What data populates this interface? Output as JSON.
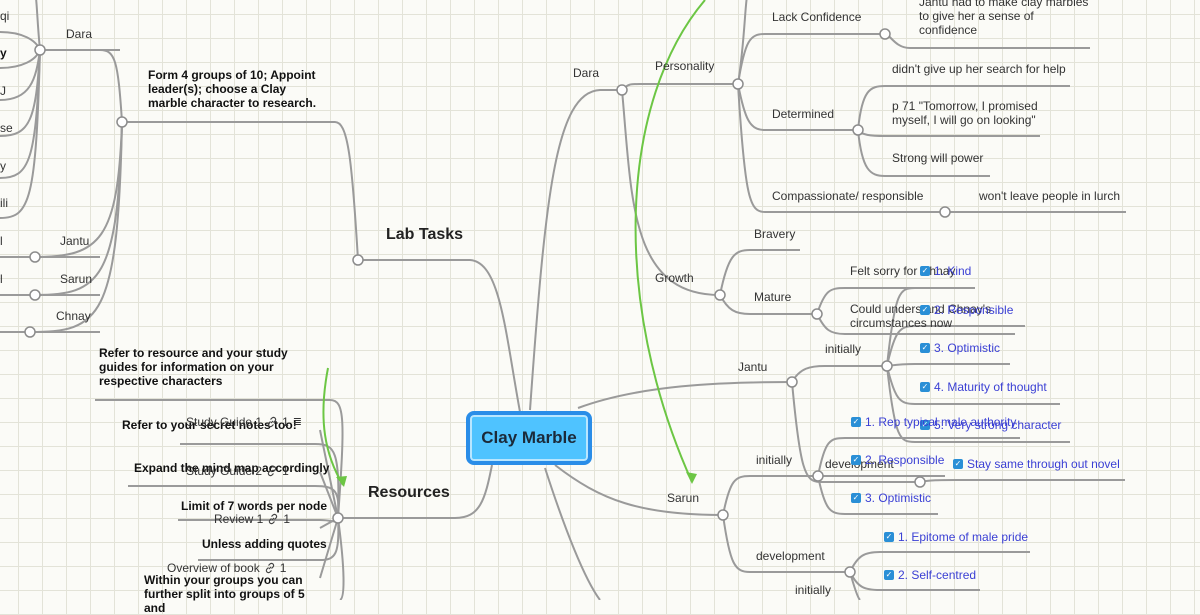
{
  "central": "Clay Marble",
  "main_topics": {
    "lab_tasks": "Lab Tasks",
    "resources": "Resources"
  },
  "lab": {
    "instruction": "Form 4 groups of 10; Appoint leader(s); choose a Clay marble character to research.",
    "groups": [
      "Dara",
      "Jantu",
      "Sarun",
      "Chnay"
    ],
    "cut_labels": [
      "qi",
      "y",
      "J",
      "se",
      "y",
      "ili",
      "l",
      "l"
    ]
  },
  "resources": {
    "notes": [
      "Refer to resource and your study guides for information on your respective characters",
      "Refer to your secret notes too!",
      "Expand the mind map accordingly",
      "Limit of 7 words per node",
      "Unless adding quotes",
      "Within your groups you can further split into groups of 5 and"
    ],
    "refs": [
      {
        "label": "Study Guide 1",
        "count": "1"
      },
      {
        "label": "Study Guide 2",
        "count": "1"
      },
      {
        "label": "Review 1",
        "count": "1"
      },
      {
        "label": "Overview of book",
        "count": "1"
      }
    ]
  },
  "dara": {
    "label": "Dara",
    "personality": "Personality",
    "lack_confidence": "Lack Confidence",
    "lack_note": "Jantu had to make clay marbles to give her a sense of confidence",
    "determined": "Determined",
    "det_notes": [
      "didn't give up her search for help",
      "p 71 \"Tomorrow, I promised myself, I will go on looking\"",
      "Strong will power"
    ],
    "compassionate": "Compassionate/ responsible",
    "comp_note": "won't leave people in lurch",
    "growth": "Growth",
    "bravery": "Bravery",
    "mature": "Mature",
    "mature_notes": [
      "Felt sorry for Chnay",
      "Could understand Chnay's circumstances now"
    ]
  },
  "jantu": {
    "label": "Jantu",
    "initially": "initially",
    "initial_tasks": [
      "1. Kind",
      "2. Responsible",
      "3. Optimistic",
      "4. Maturity of thought",
      "5. Very strong character"
    ],
    "development": "development",
    "dev_task": "Stay same through out novel"
  },
  "sarun": {
    "label": "Sarun",
    "initially": "initially",
    "initial_tasks": [
      "1. Rep typical male authority",
      "2. Responsible",
      "3. Optimistic"
    ],
    "development": "development",
    "dev_tasks": [
      "1. Epitome of male pride",
      "2. Self-centred"
    ]
  },
  "bottom_initially": "initially"
}
